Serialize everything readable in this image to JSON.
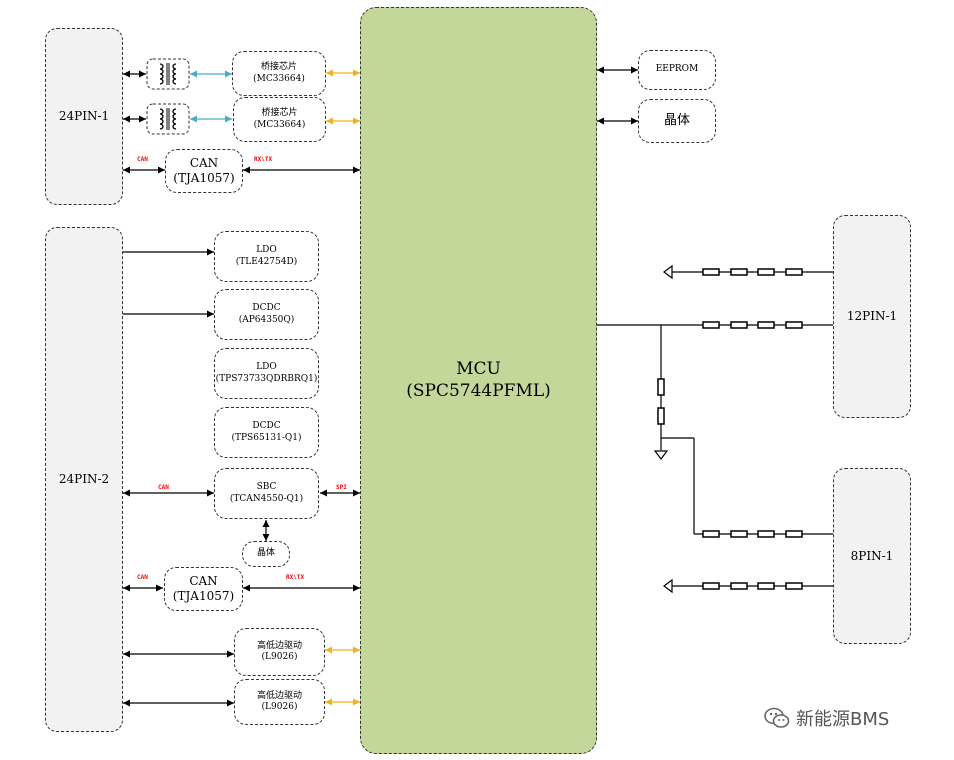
{
  "connectors": {
    "c24pin1": "24PIN-1",
    "c24pin2": "24PIN-2",
    "c12pin1": "12PIN-1",
    "c8pin1": "8PIN-1"
  },
  "mcu": {
    "name": "MCU",
    "part": "(SPC5744PFML)"
  },
  "blocks": {
    "bridge1": {
      "name": "桥接芯片",
      "part": "(MC33664)"
    },
    "bridge2": {
      "name": "桥接芯片",
      "part": "(MC33664)"
    },
    "can1": {
      "name": "CAN",
      "part": "(TJA1057)"
    },
    "ldo1": {
      "name": "LDO",
      "part": "(TLE42754D)"
    },
    "dcdc1": {
      "name": "DCDC",
      "part": "(AP64350Q)"
    },
    "ldo2": {
      "name": "LDO",
      "part": "(TPS73733QDRBRQ1)"
    },
    "dcdc2": {
      "name": "DCDC",
      "part": "(TPS65131-Q1)"
    },
    "sbc": {
      "name": "SBC",
      "part": "(TCAN4550-Q1)"
    },
    "crystal2": {
      "name": "晶体"
    },
    "can2": {
      "name": "CAN",
      "part": "(TJA1057)"
    },
    "driver1": {
      "name": "高低边驱动",
      "part": "(L9026)"
    },
    "driver2": {
      "name": "高低边驱动",
      "part": "(L9026)"
    },
    "eeprom": {
      "name": "EEPROM"
    },
    "crystal1": {
      "name": "晶体"
    }
  },
  "signals": {
    "can1_bus": "CAN",
    "can1_rxtx": "RX\\TX",
    "sbc_can": "CAN",
    "sbc_spi": "SPI",
    "can2_bus": "CAN",
    "can2_rxtx": "RX\\TX"
  },
  "watermark": "新能源BMS",
  "colors": {
    "mcu_fill": "#c4d79b",
    "connector_fill": "#f2f2f2",
    "isolation_link": "#4bacc6",
    "mcu_link": "#f0b020",
    "label_red": "#ff0000"
  }
}
